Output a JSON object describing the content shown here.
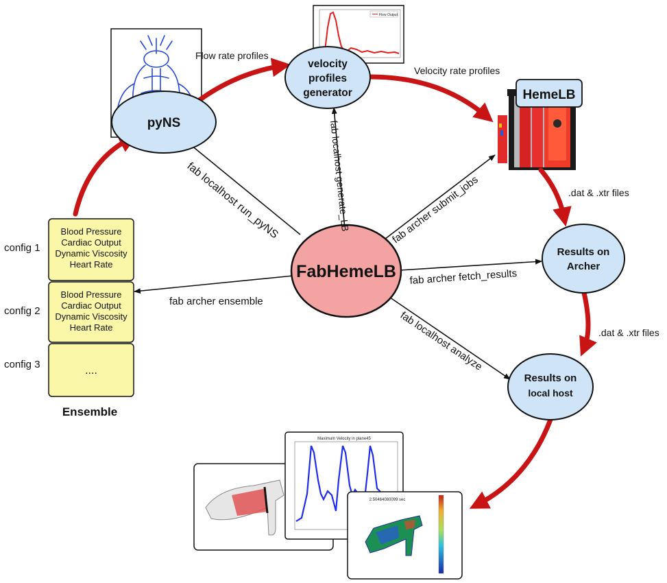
{
  "nodes": {
    "center": "FabHemeLB",
    "pyns": "pyNS",
    "vpg_line1": "velocity",
    "vpg_line2": "profiles",
    "vpg_line3": "generator",
    "hemelb": "HemeLB",
    "archer_line1": "Results on",
    "archer_line2": "Archer",
    "local_line1": "Results on",
    "local_line2": "local host"
  },
  "edges": {
    "flow_rate": "Flow rate profiles",
    "velocity_rate": "Velocity rate profiles",
    "dat1": ".dat & .xtr files",
    "dat2": ".dat & .xtr files",
    "run_pyns": "fab localhost run_pyNS",
    "generate_lb": "fab localhost generate_LB",
    "submit_jobs": "fab archer submit_jobs",
    "fetch_results": "fab archer fetch_results",
    "analyze": "fab localhost analyze",
    "ensemble_cmd": "fab archer ensemble"
  },
  "ensemble": {
    "title": "Ensemble",
    "configs": [
      {
        "label": "config 1",
        "lines": [
          "Blood Pressure",
          "Cardiac Output",
          "Dynamic Viscosity",
          "Heart Rate"
        ]
      },
      {
        "label": "config 2",
        "lines": [
          "Blood Pressure",
          "Cardiac Output",
          "Dynamic Viscosity",
          "Heart Rate"
        ]
      },
      {
        "label": "config 3",
        "lines": [
          "...."
        ]
      }
    ]
  },
  "thumbnails": {
    "flow_legend": "Flow Output",
    "velocity_title": "Maximum Velocity in plane45",
    "sim_time": "2.50464080099 sec"
  },
  "colors": {
    "node_fill": "#cfe5f7",
    "center_fill": "#f4a3a3",
    "config_fill": "#fbf7a8",
    "arrow_red": "#c81414"
  }
}
